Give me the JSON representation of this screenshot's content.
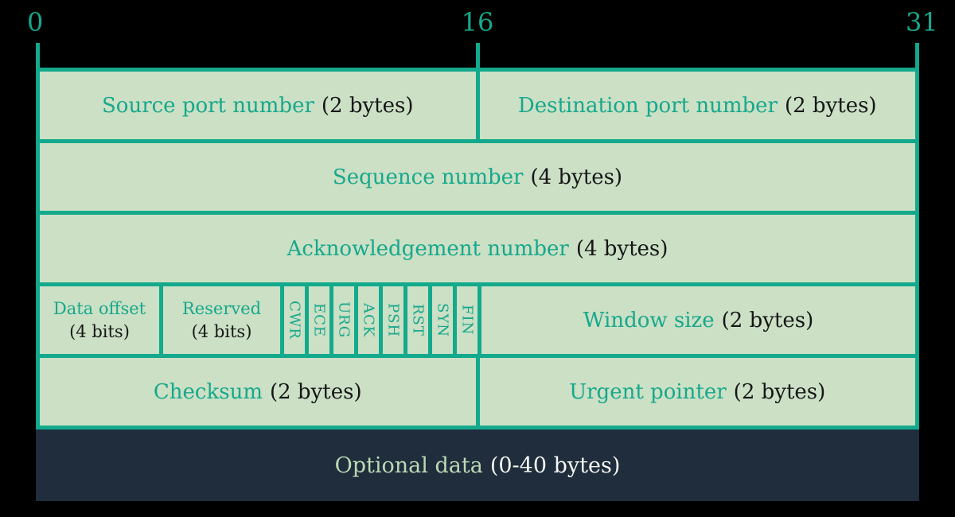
{
  "ruler": {
    "tick_start": "0",
    "tick_middle": "16",
    "tick_end": "31"
  },
  "header_rows": [
    {
      "cells": [
        {
          "label": "Source port number",
          "size": "(2 bytes)"
        },
        {
          "label": "Destination port number",
          "size": "(2 bytes)"
        }
      ]
    },
    {
      "cells": [
        {
          "label": "Sequence number",
          "size": "(4 bytes)"
        }
      ]
    },
    {
      "cells": [
        {
          "label": "Acknowledgement number",
          "size": "(4 bytes)"
        }
      ]
    },
    {
      "cells": [
        {
          "label": "Data offset",
          "size": "(4 bits)"
        },
        {
          "label": "Reserved",
          "size": "(4 bits)"
        },
        {
          "flag": "CWR"
        },
        {
          "flag": "ECE"
        },
        {
          "flag": "URG"
        },
        {
          "flag": "ACK"
        },
        {
          "flag": "PSH"
        },
        {
          "flag": "RST"
        },
        {
          "flag": "SYN"
        },
        {
          "flag": "FIN"
        },
        {
          "label": "Window size",
          "size": "(2 bytes)"
        }
      ]
    },
    {
      "cells": [
        {
          "label": "Checksum",
          "size": "(2 bytes)"
        },
        {
          "label": "Urgent pointer",
          "size": "(2 bytes)"
        }
      ]
    }
  ],
  "optional_row": {
    "label": "Optional data",
    "size": "(0-40 bytes)"
  },
  "colors": {
    "background": "#000000",
    "cell_fill": "#cbe0c5",
    "border_teal": "#13a98c",
    "label_teal": "#17a88c",
    "size_text": "#161616",
    "optional_fill": "#1f2d3c",
    "optional_label_text": "#bcd9b4",
    "optional_size_text": "#f5f6f2"
  }
}
